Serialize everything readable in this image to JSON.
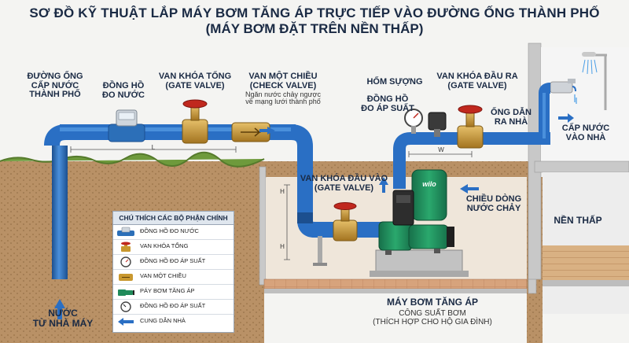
{
  "title": {
    "line1": "SƠ ĐỒ KỸ THUẬT LẮP MÁY BƠM TĂNG ÁP TRỰC TIẾP VÀO ĐƯỜNG ỐNG THÀNH PHỐ",
    "line2": "(MÁY BƠM ĐẶT TRÊN NỀN THẤP)"
  },
  "labels": {
    "city_pipe": [
      "ĐƯỜNG ỐNG",
      "CẤP NƯỚC",
      "THÀNH PHỐ"
    ],
    "water_meter": [
      "ĐỒNG HỒ",
      "ĐO NƯỚC"
    ],
    "main_valve": [
      "VAN KHÓA TỔNG",
      "(GATE VALVE)"
    ],
    "check_valve": [
      "VAN MỘT CHIỀU",
      "(CHECK VALVE)"
    ],
    "check_valve_note": [
      "Ngăn nước chảy ngược",
      "về mạng lưới thành phố"
    ],
    "pressure_switch": "HỐM SỰỢNG",
    "pressure_gauge": [
      "ĐỒNG HỒ",
      "ĐO ÁP SUẤT"
    ],
    "outlet_valve": [
      "VAN KHÓA ĐẦU RA",
      "(GATE VALVE)"
    ],
    "house_pipe": [
      "ỐNG DẪN",
      "RA NHÀ"
    ],
    "house_supply": [
      "CẤP NƯỚC",
      "VÀO NHÀ"
    ],
    "inlet_valve": [
      "VAN KHÓA ĐẦU VÀO",
      "(GATE VALVE)"
    ],
    "flow_direction": [
      "CHIỀU DÒNG",
      "NƯỚC CHẢY"
    ],
    "low_floor": "NỀN THẤP",
    "pump_title": "MÁY BƠM TĂNG ÁP",
    "pump_sub": [
      "CÔNG SUẤT BƠM",
      "(THÍCH HỢP CHO HỘ GIA ĐÌNH)"
    ],
    "source": [
      "NƯỚC",
      "TỪ NHÀ MÁY"
    ],
    "dim_l": "L",
    "dim_w": "W",
    "dim_h": "H",
    "brand": "wilo"
  },
  "legend": {
    "title": "CHÚ THÍCH CÁC BỘ PHẬN CHÍNH",
    "items": [
      {
        "icon": "water-meter-icon",
        "text": "ĐỒNG HỒ ĐO NƯỚC"
      },
      {
        "icon": "gate-valve-icon",
        "text": "VAN KHÓA TỔNG"
      },
      {
        "icon": "pressure-gauge-icon",
        "text": "ĐỒNG HỒ ĐO ÁP SUẤT"
      },
      {
        "icon": "check-valve-icon",
        "text": "VAN MỘT CHIỀU"
      },
      {
        "icon": "booster-pump-icon",
        "text": "PÁY BƠM TĂNG ÁP"
      },
      {
        "icon": "pressure-gauge-icon",
        "text": "ĐỒNG HỒ ĐO ÁP SUẤT"
      },
      {
        "icon": "flow-arrow-icon",
        "text": "CUNG DẪN NHÀ"
      }
    ]
  },
  "colors": {
    "pipe": "#2a6fc4",
    "pipe_dark": "#1c4f8f",
    "brass": "#c9982f",
    "handle": "#c0281e",
    "pump_green": "#1f8a5a",
    "soil": "#b48c5e",
    "title": "#1a2a44"
  }
}
